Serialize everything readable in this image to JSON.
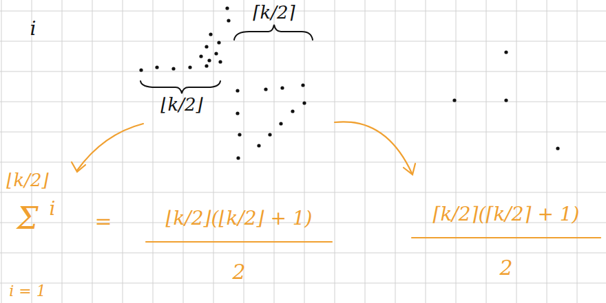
{
  "diagram": {
    "labels": [
      "i",
      "⌈k/2⌉",
      "⌊k/2⌋",
      "⌊k/2⌋",
      "Σ",
      "i",
      "i = 1",
      "=",
      "⌊k/2⌋(⌊k/2⌋ + 1)",
      "2",
      "⌈k/2⌉(⌈k/2⌉ + 1)",
      "2"
    ]
  }
}
